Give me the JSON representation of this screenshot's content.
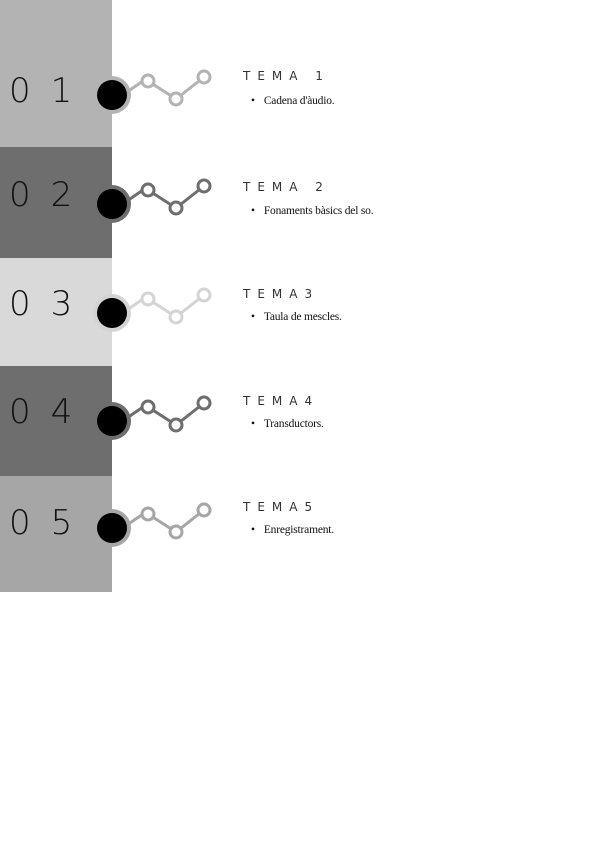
{
  "rows": [
    {
      "number": "01",
      "tema": "TEMA 1",
      "bullet": "Cadena d'àudio.",
      "band_color": "#b3b3b3",
      "accent_color": "#b3b3b3"
    },
    {
      "number": "02",
      "tema": "TEMA 2",
      "bullet": "Fonaments bàsics del so.",
      "band_color": "#6e6e6e",
      "accent_color": "#6e6e6e"
    },
    {
      "number": "03",
      "tema": "TEMA3",
      "bullet": "Taula de mescles.",
      "band_color": "#d9d9d9",
      "accent_color": "#d4d4d4"
    },
    {
      "number": "04",
      "tema": "TEMA4",
      "bullet": "Transductors.",
      "band_color": "#6e6e6e",
      "accent_color": "#6e6e6e"
    },
    {
      "number": "05",
      "tema": "TEMA5",
      "bullet": "Enregistrament.",
      "band_color": "#a6a6a6",
      "accent_color": "#a6a6a6"
    }
  ],
  "bullet_glyph": "•"
}
